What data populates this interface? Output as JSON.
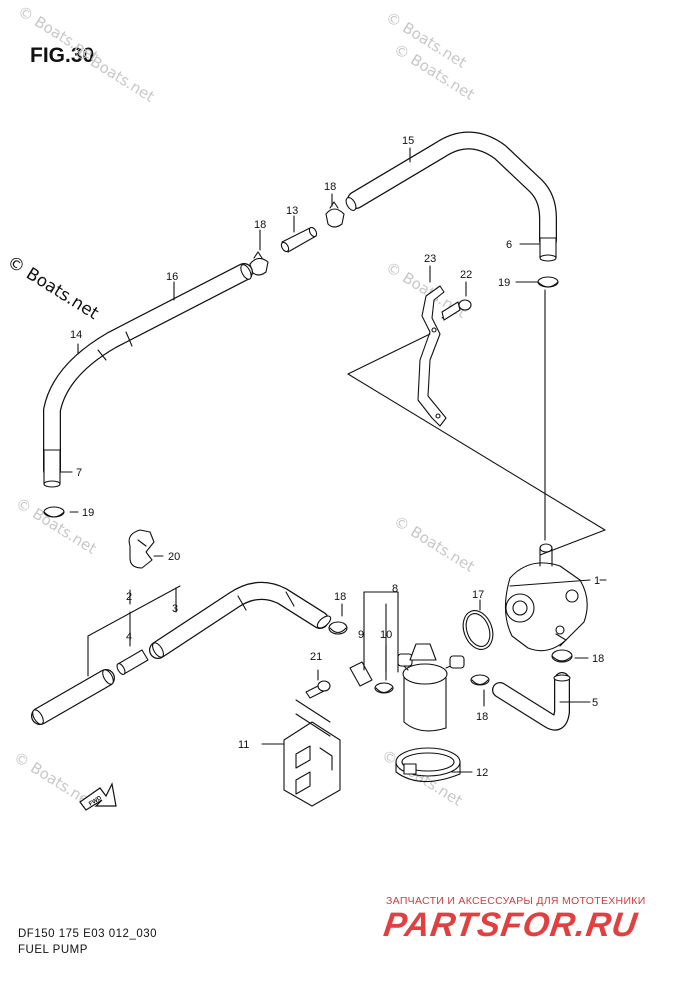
{
  "figure": {
    "title": "FIG.30",
    "code": "DF150 175 E03 012_030",
    "name": "FUEL PUMP"
  },
  "watermark": {
    "text": "© Boats.net"
  },
  "brand": {
    "tagline": "ЗАПЧАСТИ И АКСЕССУАРЫ ДЛЯ МОТОТЕХНИКИ",
    "logo": "PARTSFOR.RU"
  },
  "callouts": [
    {
      "id": "1",
      "label": "1"
    },
    {
      "id": "2",
      "label": "2"
    },
    {
      "id": "3",
      "label": "3"
    },
    {
      "id": "4",
      "label": "4"
    },
    {
      "id": "5",
      "label": "5"
    },
    {
      "id": "6",
      "label": "6"
    },
    {
      "id": "7",
      "label": "7"
    },
    {
      "id": "8",
      "label": "8"
    },
    {
      "id": "9",
      "label": "9"
    },
    {
      "id": "10",
      "label": "10"
    },
    {
      "id": "11",
      "label": "11"
    },
    {
      "id": "12",
      "label": "12"
    },
    {
      "id": "13",
      "label": "13"
    },
    {
      "id": "14",
      "label": "14"
    },
    {
      "id": "15",
      "label": "15"
    },
    {
      "id": "16",
      "label": "16"
    },
    {
      "id": "17",
      "label": "17"
    },
    {
      "id": "18a",
      "label": "18"
    },
    {
      "id": "18b",
      "label": "18"
    },
    {
      "id": "18c",
      "label": "18"
    },
    {
      "id": "18d",
      "label": "18"
    },
    {
      "id": "18e",
      "label": "18"
    },
    {
      "id": "19a",
      "label": "19"
    },
    {
      "id": "19b",
      "label": "19"
    },
    {
      "id": "20",
      "label": "20"
    },
    {
      "id": "21",
      "label": "21"
    },
    {
      "id": "22",
      "label": "22"
    },
    {
      "id": "23",
      "label": "23"
    }
  ],
  "fwd_arrow": {
    "label": "FWD"
  },
  "colors": {
    "ink": "#111111",
    "watermark": "#c8c8c8",
    "brand": "#e24040"
  }
}
